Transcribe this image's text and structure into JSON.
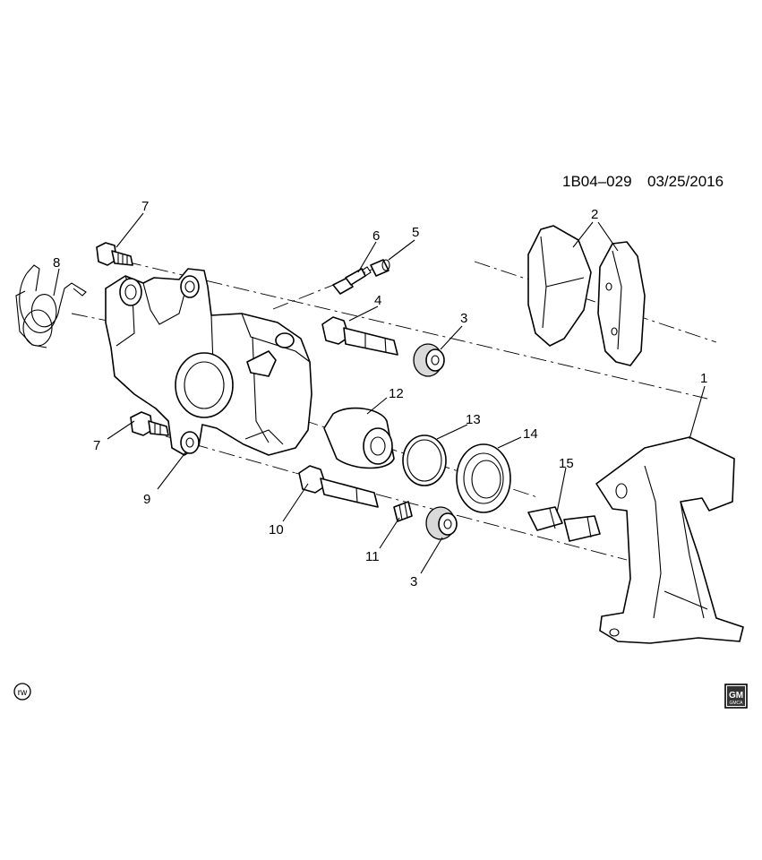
{
  "header": {
    "diagram_code": "1B04–029",
    "date": "03/25/2016"
  },
  "callouts": {
    "c1": "1",
    "c2": "2",
    "c3a": "3",
    "c3b": "3",
    "c4": "4",
    "c5": "5",
    "c6": "6",
    "c7a": "7",
    "c7b": "7",
    "c8": "8",
    "c9": "9",
    "c10": "10",
    "c11": "11",
    "c12": "12",
    "c13": "13",
    "c14": "14",
    "c15": "15"
  },
  "badges": {
    "rw": "rw",
    "gm_top": "GM",
    "gm_bottom": "GMCA"
  }
}
